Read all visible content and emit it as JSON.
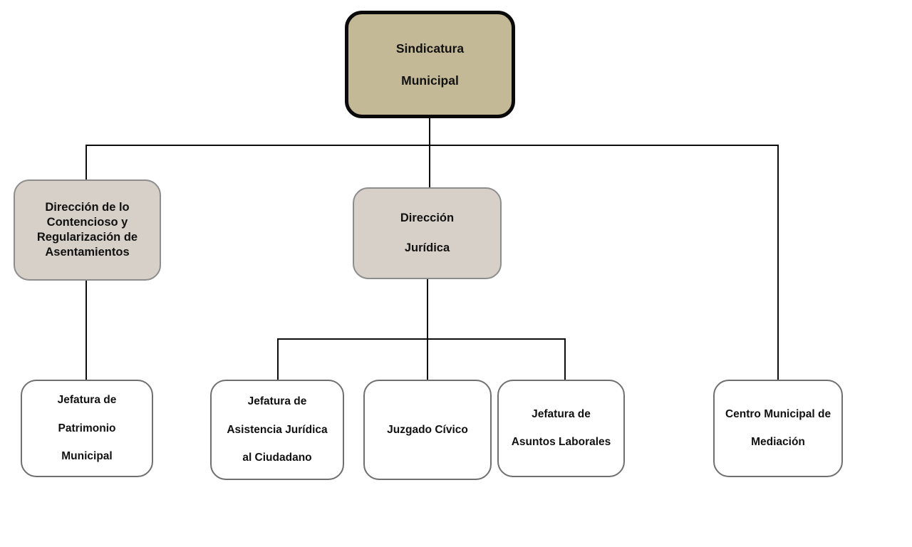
{
  "chart": {
    "type": "org-chart",
    "title": "Sindicatura Municipal",
    "background_color": "#ffffff",
    "connector_color": "#0d0d0d",
    "levels": {
      "root": {
        "fill": "#c4b996",
        "border": "#0a0a0a"
      },
      "level_two": {
        "fill": "#d6d0c8",
        "border": "#8d8d8d"
      },
      "level_three": {
        "fill": "#ffffff",
        "border": "#6f6f6f"
      }
    }
  },
  "nodes": {
    "root": {
      "label": "Sindicatura Municipal",
      "line1": "Sindicatura",
      "line2": "Municipal"
    },
    "contencioso": {
      "label": "Dirección de lo Contencioso y Regularización de Asentamientos"
    },
    "juridica": {
      "label": "Dirección Jurídica",
      "line1": "Dirección",
      "line2": "Jurídica"
    },
    "patrimonio": {
      "label": "Jefatura de Patrimonio Municipal",
      "line1": "Jefatura de",
      "line2": "Patrimonio",
      "line3": "Municipal"
    },
    "asistencia": {
      "label": "Jefatura de Asistencia Jurídica al Ciudadano",
      "line1": "Jefatura de",
      "line2": "Asistencia Jurídica",
      "line3": "al Ciudadano"
    },
    "juzgado": {
      "label": "Juzgado Cívico"
    },
    "laborales": {
      "label": "Jefatura de Asuntos Laborales",
      "line1": "Jefatura de",
      "line2": "Asuntos Laborales"
    },
    "mediacion": {
      "label": "Centro Municipal de Mediación",
      "line1": "Centro Municipal de",
      "line2": "Mediación"
    }
  },
  "hierarchy": {
    "root": "Sindicatura Municipal",
    "children": [
      {
        "label": "Dirección de lo Contencioso y Regularización de Asentamientos",
        "children": [
          "Jefatura de Patrimonio Municipal"
        ]
      },
      {
        "label": "Dirección Jurídica",
        "children": [
          "Jefatura de Asistencia Jurídica al Ciudadano",
          "Juzgado Cívico",
          "Jefatura de Asuntos Laborales"
        ]
      },
      {
        "label": "Centro Municipal de Mediación",
        "children": []
      }
    ]
  }
}
